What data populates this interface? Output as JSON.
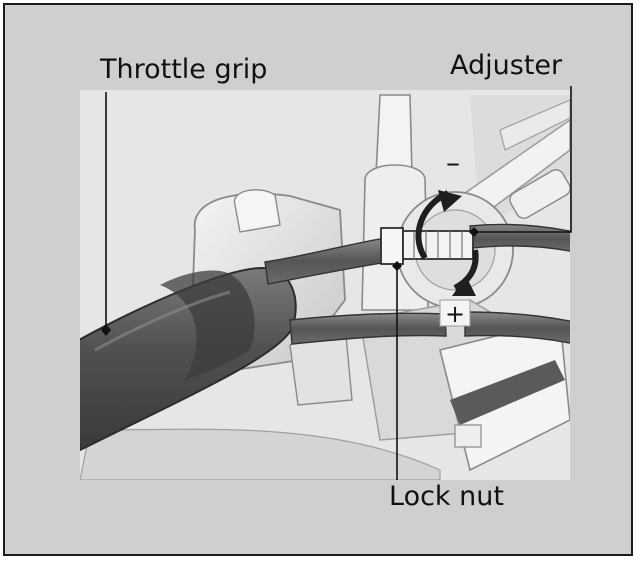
{
  "labels": {
    "throttle_grip": "Throttle grip",
    "adjuster": "Adjuster",
    "lock_nut": "Lock nut",
    "minus_sign": "–",
    "plus_sign": "+"
  },
  "colors": {
    "panel_background": "#cfcfcf",
    "frame_border": "#1c1c1c",
    "illustration_light": "#ececec",
    "illustration_mid": "#bdbdbd",
    "illustration_dark": "#4a4a4a",
    "callout_line": "#111111"
  }
}
